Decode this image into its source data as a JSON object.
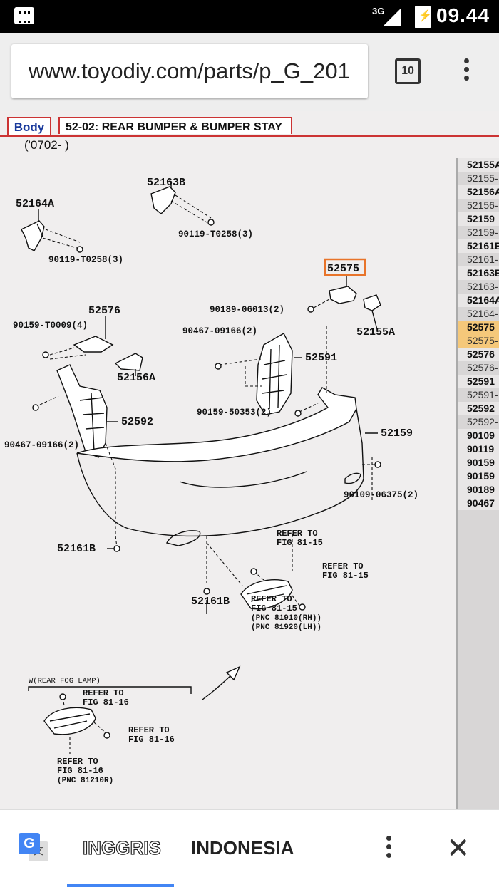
{
  "status_bar": {
    "network": "3G",
    "time": "09.44"
  },
  "browser": {
    "url": "www.toyodiy.com/parts/p_G_201",
    "tab_count": "10"
  },
  "page": {
    "tab_body": "Body",
    "tab_title": "52-02: REAR BUMPER & BUMPER STAY",
    "date_range": "('0702-      )"
  },
  "diagram": {
    "labels": {
      "p52163B": "52163B",
      "p52164A": "52164A",
      "p90119a": "90119-T0258(3)",
      "p90119b": "90119-T0258(3)",
      "p52575": "52575",
      "p90189": "90189-06013(2)",
      "p52576": "52576",
      "p90159a": "90159-T0009(4)",
      "p90467a": "90467-09166(2)",
      "p52591": "52591",
      "p52155A": "52155A",
      "p52156A": "52156A",
      "p90159b": "90159-50353(2)",
      "p52592": "52592",
      "p52159": "52159",
      "p90467b": "90467-09166(2)",
      "p90109": "90109-06375(2)",
      "p52161B_a": "52161B",
      "p52161B_b": "52161B",
      "ref1_a": "REFER TO",
      "ref1_b": "FIG 81-15",
      "ref2_a": "REFER TO",
      "ref2_b": "FIG 81-15",
      "ref3_a": "REFER TO",
      "ref3_b": "FIG 81-15",
      "ref3_c": "(PNC 81910(RH))",
      "ref3_d": "(PNC 81920(LH))",
      "fog_title": "W(REAR FOG LAMP)",
      "ref4_a": "REFER TO",
      "ref4_b": "FIG 81-16",
      "ref5_a": "REFER TO",
      "ref5_b": "FIG 81-16",
      "ref6_a": "REFER TO",
      "ref6_b": "FIG 81-16",
      "ref6_c": "(PNC 81210R)"
    }
  },
  "sidebar": {
    "items": [
      "52155A",
      "52155-",
      "52156A",
      "52156-",
      "52159",
      "52159-",
      "52161B",
      "52161-",
      "52163B",
      "52163-",
      "52164A",
      "52164-",
      "52575",
      "52575-",
      "52576",
      "52576-",
      "52591",
      "52591-",
      "52592",
      "52592-",
      "90109",
      "90119",
      "90159",
      "90159",
      "90189",
      "90467"
    ]
  },
  "translate_bar": {
    "lang_from": "INGGRIS",
    "lang_to": "INDONESIA",
    "icon_g": "G",
    "icon_x": "文"
  }
}
